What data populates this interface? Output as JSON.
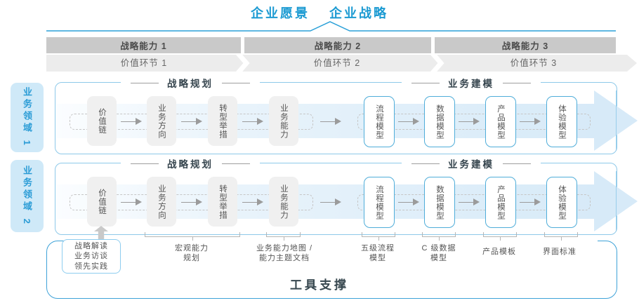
{
  "title": {
    "vision": "企业愿景",
    "strategy": "企业战略"
  },
  "capability_bar": [
    "战略能力 1",
    "战略能力 2",
    "战略能力 3"
  ],
  "value_chain_bar": [
    "价值环节 1",
    "价值环节 2",
    "价值环节 3"
  ],
  "domains": [
    "业务领域 1",
    "业务领域 2"
  ],
  "row": {
    "planning_header": "战略规划",
    "modeling_header": "业务建模",
    "boxes": [
      {
        "label": "价值链",
        "style": "gray"
      },
      {
        "label": "业务方向",
        "style": "gray"
      },
      {
        "label": "转型举措",
        "style": "gray"
      },
      {
        "label": "业务能力",
        "style": "gray"
      },
      {
        "label": "流程模型",
        "style": "blue"
      },
      {
        "label": "数据模型",
        "style": "blue"
      },
      {
        "label": "产品模型",
        "style": "blue"
      },
      {
        "label": "体验模型",
        "style": "blue"
      }
    ]
  },
  "annotations": {
    "strategy_box": [
      "战略解读",
      "业务访谈",
      "领先实践"
    ],
    "labels": [
      {
        "lines": [
          "宏观能力",
          "规划"
        ]
      },
      {
        "lines": [
          "业务能力地图 /",
          "能力主题文档"
        ]
      },
      {
        "lines": [
          "五级流程",
          "模型"
        ]
      },
      {
        "lines": [
          "C 级数据",
          "模型"
        ]
      },
      {
        "lines": [
          "产品模板"
        ]
      },
      {
        "lines": [
          "界面标准"
        ]
      }
    ]
  },
  "footer": {
    "label": "工具支撑"
  },
  "colors": {
    "accent_blue": "#1b9ad2",
    "row_border": "#8ec9e9",
    "model_box_border": "#4fadd9",
    "tool_border": "#3ea2d8",
    "arrow_band": "#d7eaf8",
    "bar_gray": "#c9c9c9",
    "chevron_gray": "#ececec",
    "box_gray": "#f0f0f0"
  }
}
